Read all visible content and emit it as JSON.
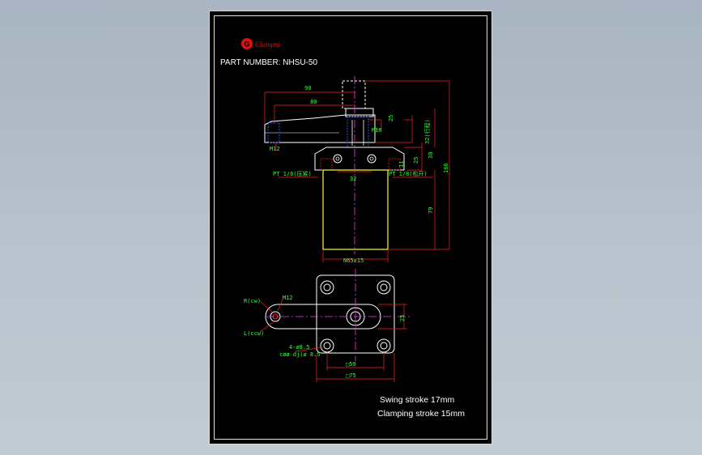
{
  "brand": {
    "logo_letter": "G",
    "logo_text": "Clampni"
  },
  "part_number": "PART NUMBER: NHSU-50",
  "notes": {
    "swing_stroke": "Swing stroke 17mm",
    "clamping_stroke": "Clamping stroke 15mm"
  },
  "dimensions": {
    "d90": "90",
    "d80": "80",
    "d25a": "25",
    "d32": "32(行程)",
    "d25b": "25",
    "d30": "30",
    "d166": "166",
    "d79": "79",
    "d11": "11",
    "d32_bore": "32",
    "n65": "N65±15",
    "d25_bottom": "25",
    "d59": "□59",
    "d75": "□75"
  },
  "labels": {
    "m10": "M10",
    "m12_top": "M12",
    "m12_bottom": "M12",
    "pt_left": "PT 1/8(压紧)",
    "pt_right": "PT 1/8(松开)",
    "r_cw": "R(cw)",
    "l_ccw": "L(ccw)",
    "holes": "4-ø8.5",
    "counterbore": "cøø dj(ø 8.5"
  },
  "colors": {
    "sheet": "#000000",
    "outline": "#ffffff",
    "dimension": "#ff2222",
    "dim_text": "#33ff33",
    "body": "#ffff33",
    "center": "#ff33ff",
    "bolt": "#3355ff"
  }
}
